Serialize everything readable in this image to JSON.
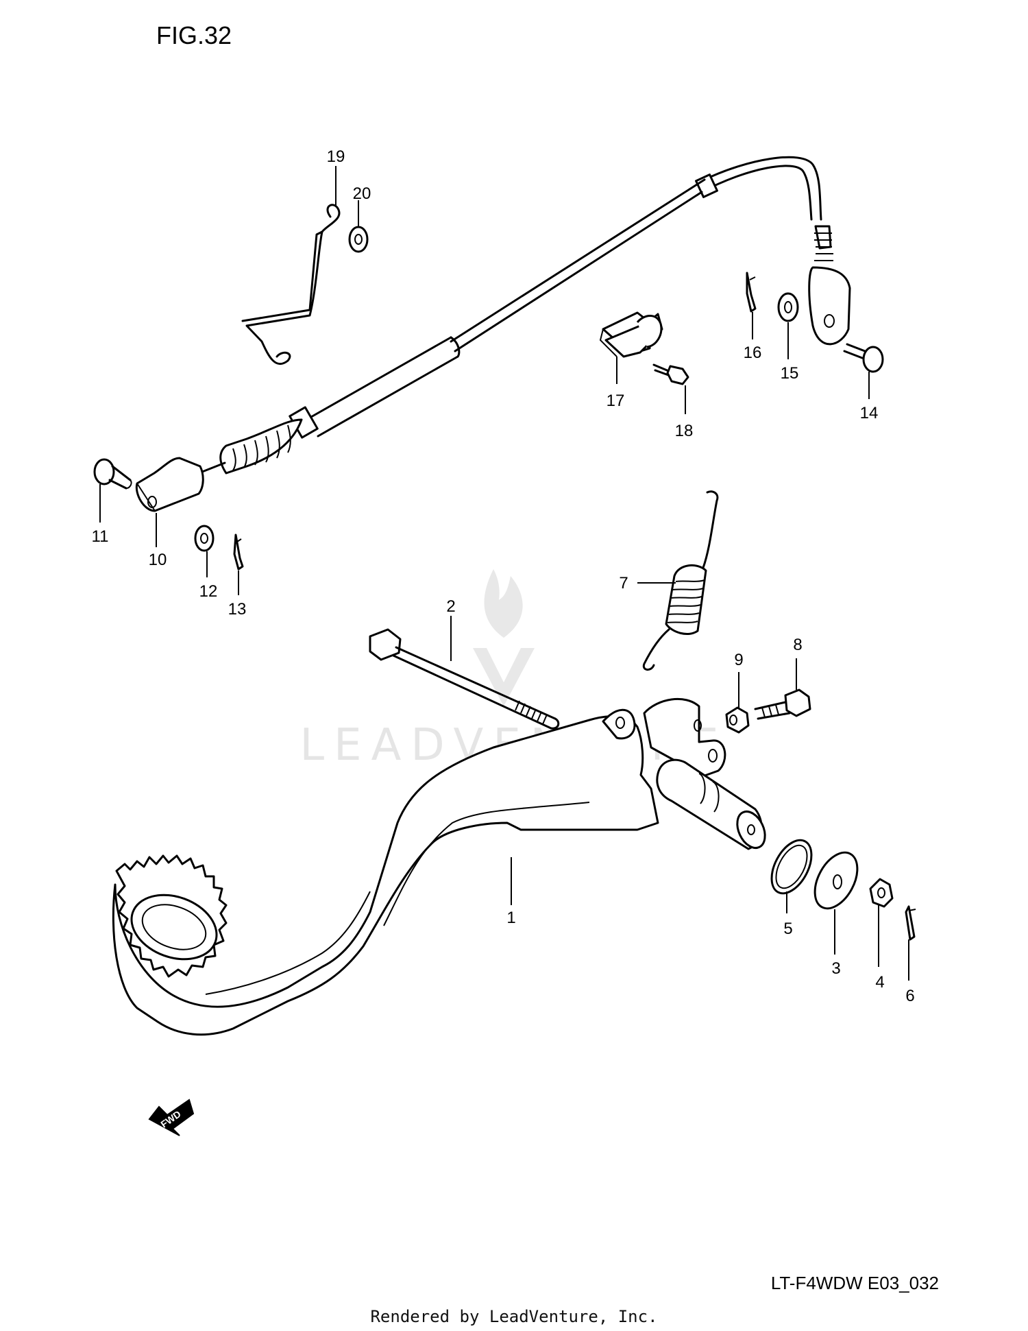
{
  "figure_label": "FIG.32",
  "diagram_code": "LT-F4WDW E03_032",
  "credit": "Rendered by LeadVenture, Inc.",
  "watermark": "LEADVENTURE",
  "fwd_label": "FWD",
  "callouts": {
    "c1": "1",
    "c2": "2",
    "c3": "3",
    "c4": "4",
    "c5": "5",
    "c6": "6",
    "c7": "7",
    "c8": "8",
    "c9": "9",
    "c10": "10",
    "c11": "11",
    "c12": "12",
    "c13": "13",
    "c14": "14",
    "c15": "15",
    "c16": "16",
    "c17": "17",
    "c18": "18",
    "c19": "19",
    "c20": "20"
  }
}
